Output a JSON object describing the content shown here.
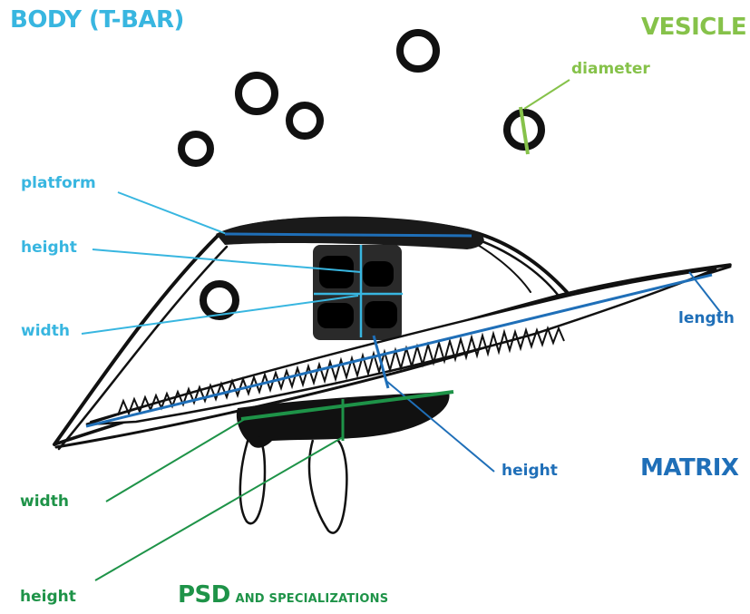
{
  "colors": {
    "body": "#38b6e0",
    "vesicle": "#86c24a",
    "matrix": "#1f6fb8",
    "psd": "#1e9348",
    "ink": "#111111"
  },
  "labels": {
    "body_title": "BODY (T-BAR)",
    "vesicle_title": "VESICLE",
    "vesicle_diameter": "diameter",
    "body_platform": "platform",
    "body_height": "height",
    "body_width": "width",
    "matrix_length": "length",
    "matrix_height": "height",
    "matrix_title": "MATRIX",
    "psd_width": "width",
    "psd_height": "height",
    "psd_title": "PSD",
    "psd_subtitle": "AND SPECIALIZATIONS"
  }
}
